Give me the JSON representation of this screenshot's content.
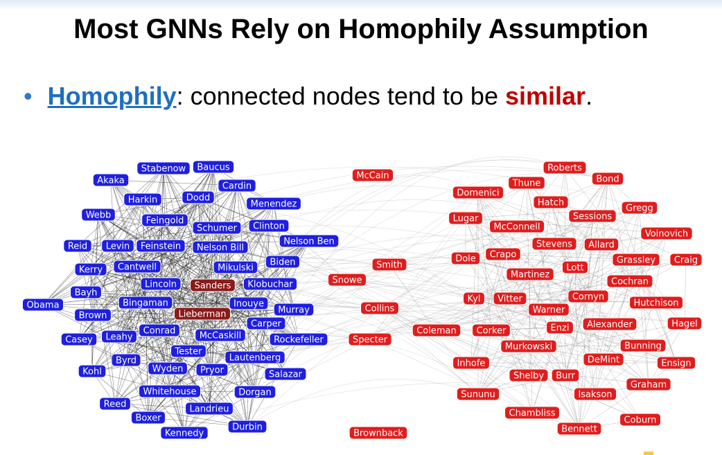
{
  "slide": {
    "title": "Most GNNs Rely on Homophily Assumption",
    "bullet": {
      "term": "Homophily",
      "text_before_highlight": ": connected nodes tend to be ",
      "highlight": "similar",
      "text_after_highlight": "."
    }
  },
  "colors": {
    "blue_node": "#1f1fe0",
    "red_node": "#e01d1d",
    "dark_red_node": "#8b1a1a",
    "bullet_blue": "#2e79c8",
    "term_blue": "#1f6fbf",
    "highlight_red": "#c00000"
  },
  "network": {
    "blue_nodes": [
      "Stabenow",
      "Baucus",
      "Akaka",
      "Cardin",
      "Harkin",
      "Dodd",
      "Menendez",
      "Webb",
      "Feingold",
      "Schumer",
      "Clinton",
      "Nelson Ben",
      "Reid",
      "Levin",
      "Feinstein",
      "Nelson Bill",
      "Biden",
      "Kerry",
      "Cantwell",
      "Mikulski",
      "Bayh",
      "Lincoln",
      "Klobuchar",
      "Obama",
      "Bingaman",
      "Inouye",
      "Murray",
      "Brown",
      "Carper",
      "Casey",
      "Leahy",
      "Conrad",
      "McCaskill",
      "Rockefeller",
      "Byrd",
      "Tester",
      "Lautenberg",
      "Kohl",
      "Wyden",
      "Pryor",
      "Salazar",
      "Whitehouse",
      "Dorgan",
      "Reed",
      "Landrieu",
      "Boxer",
      "Durbin",
      "Kennedy"
    ],
    "dark_red_nodes": [
      "Sanders",
      "Lieberman"
    ],
    "red_nodes": [
      "McCain",
      "Smith",
      "Snowe",
      "Collins",
      "Specter",
      "Brownback",
      "Roberts",
      "Thune",
      "Bond",
      "Domenici",
      "Hatch",
      "Gregg",
      "Lugar",
      "Sessions",
      "McConnell",
      "Voinovich",
      "Stevens",
      "Allard",
      "Dole",
      "Crapo",
      "Grassley",
      "Craig",
      "Martinez",
      "Lott",
      "Cochran",
      "Kyl",
      "Vitter",
      "Cornyn",
      "Warner",
      "Hutchison",
      "Coleman",
      "Corker",
      "Enzi",
      "Alexander",
      "Hagel",
      "Murkowski",
      "Bunning",
      "Inhofe",
      "DeMint",
      "Ensign",
      "Shelby",
      "Burr",
      "Graham",
      "Sununu",
      "Isakson",
      "Chambliss",
      "Coburn",
      "Bennett"
    ]
  }
}
